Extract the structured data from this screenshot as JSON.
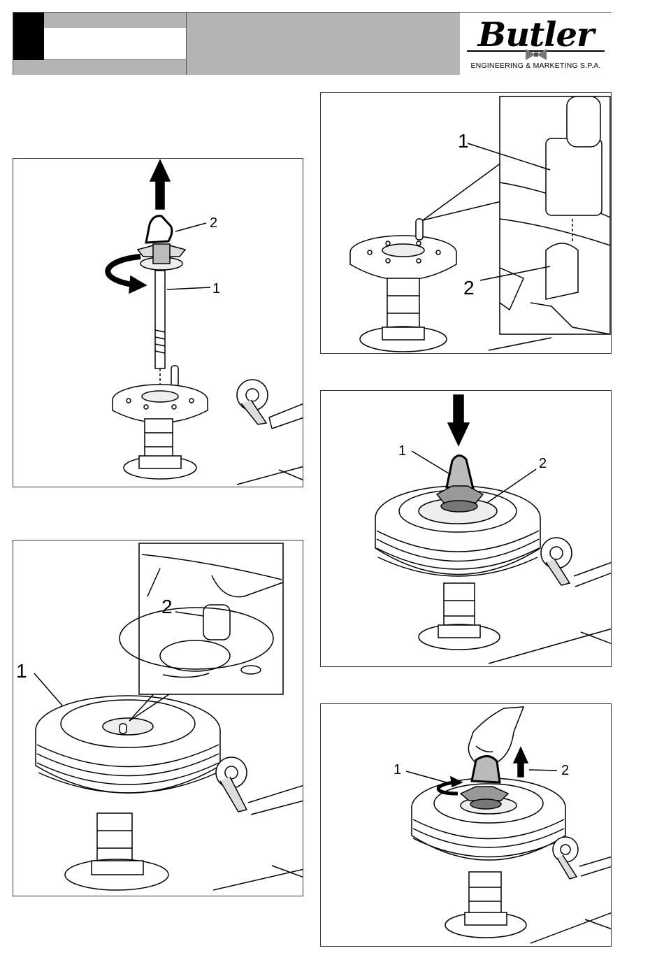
{
  "header": {
    "brand": "Butler",
    "brand_sub": "ENGINEERING & MARKETING S.P.A."
  },
  "colors": {
    "header_gray": "#b4b4b4",
    "panel_border": "#333333"
  },
  "figures": {
    "fig_a": {
      "callouts": [
        "1",
        "2"
      ]
    },
    "fig_b": {
      "callouts": [
        "1",
        "2"
      ]
    },
    "fig_c": {
      "callouts": [
        "1",
        "2"
      ]
    },
    "fig_d": {
      "callouts": [
        "1",
        "2"
      ]
    },
    "fig_e": {
      "callouts": [
        "1",
        "2"
      ]
    }
  }
}
